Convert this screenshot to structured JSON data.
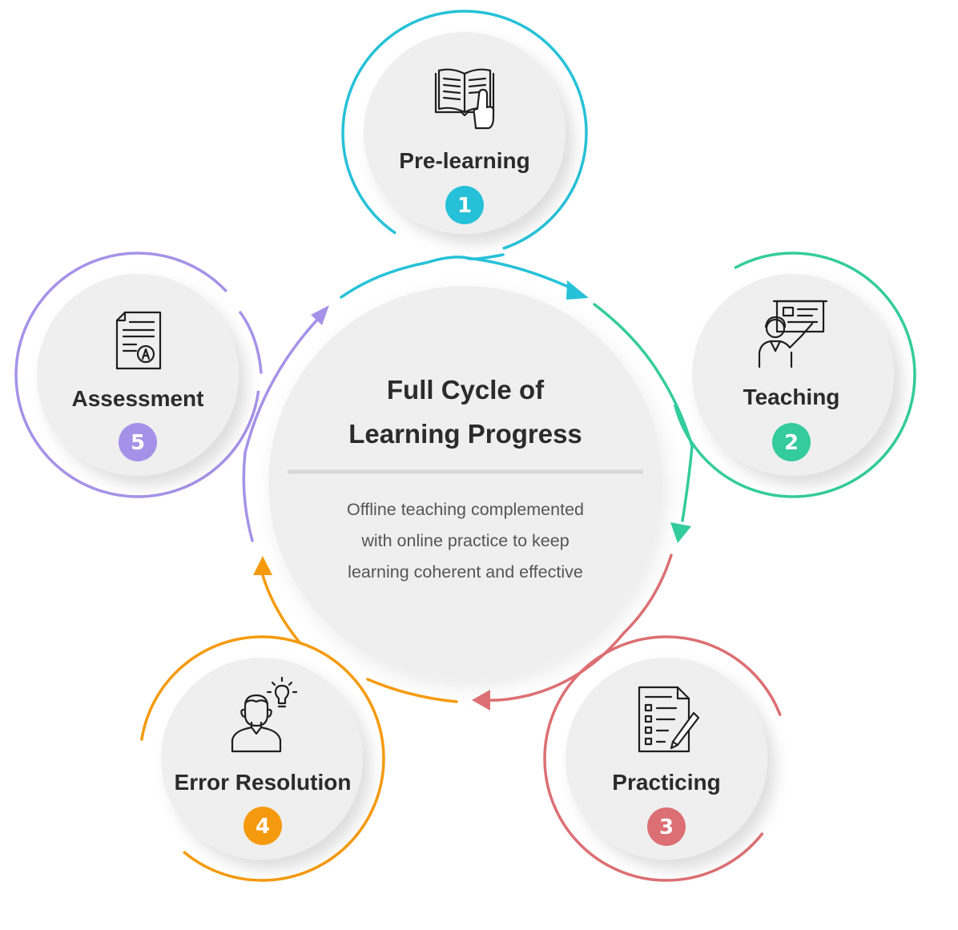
{
  "center": {
    "title_line1": "Full Cycle of",
    "title_line2": "Learning Progress",
    "desc_line1": "Offline teaching complemented",
    "desc_line2": "with online practice to keep",
    "desc_line3": "learning coherent and effective"
  },
  "stages": [
    {
      "number": "1",
      "label": "Pre-learning",
      "color": "#26c1d8",
      "icon": "open-book-hand-icon"
    },
    {
      "number": "2",
      "label": "Teaching",
      "color": "#33cc9a",
      "icon": "teacher-board-icon"
    },
    {
      "number": "3",
      "label": "Practicing",
      "color": "#dc6f73",
      "icon": "checklist-pencil-icon"
    },
    {
      "number": "4",
      "label": "Error Resolution",
      "color": "#f59a0e",
      "icon": "student-lightbulb-icon"
    },
    {
      "number": "5",
      "label": "Assessment",
      "color": "#a592e8",
      "icon": "graded-paper-icon"
    }
  ]
}
